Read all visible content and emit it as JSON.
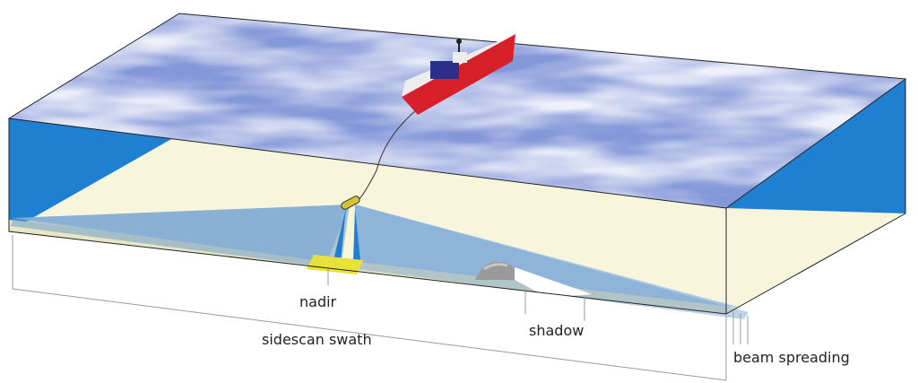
{
  "labels": {
    "nadir": "nadir",
    "sidescan_swath": "sidescan swath",
    "shadow": "shadow",
    "beam_spreading": "beam spreading"
  },
  "colors": {
    "sea_surface": "#3b4fb0",
    "sea_surface_light": "#eef0fa",
    "water_side": "#1f7fd0",
    "seafloor": "#f7f6dc",
    "swath_beam": "#9cc0e6",
    "nadir_patch": "#e8e03c",
    "hull": "#d8202a",
    "cabin": "#2a2f8a",
    "rock": "#9a9a9a"
  },
  "icons": [
    "ship-icon",
    "towfish-icon",
    "rock-icon"
  ]
}
